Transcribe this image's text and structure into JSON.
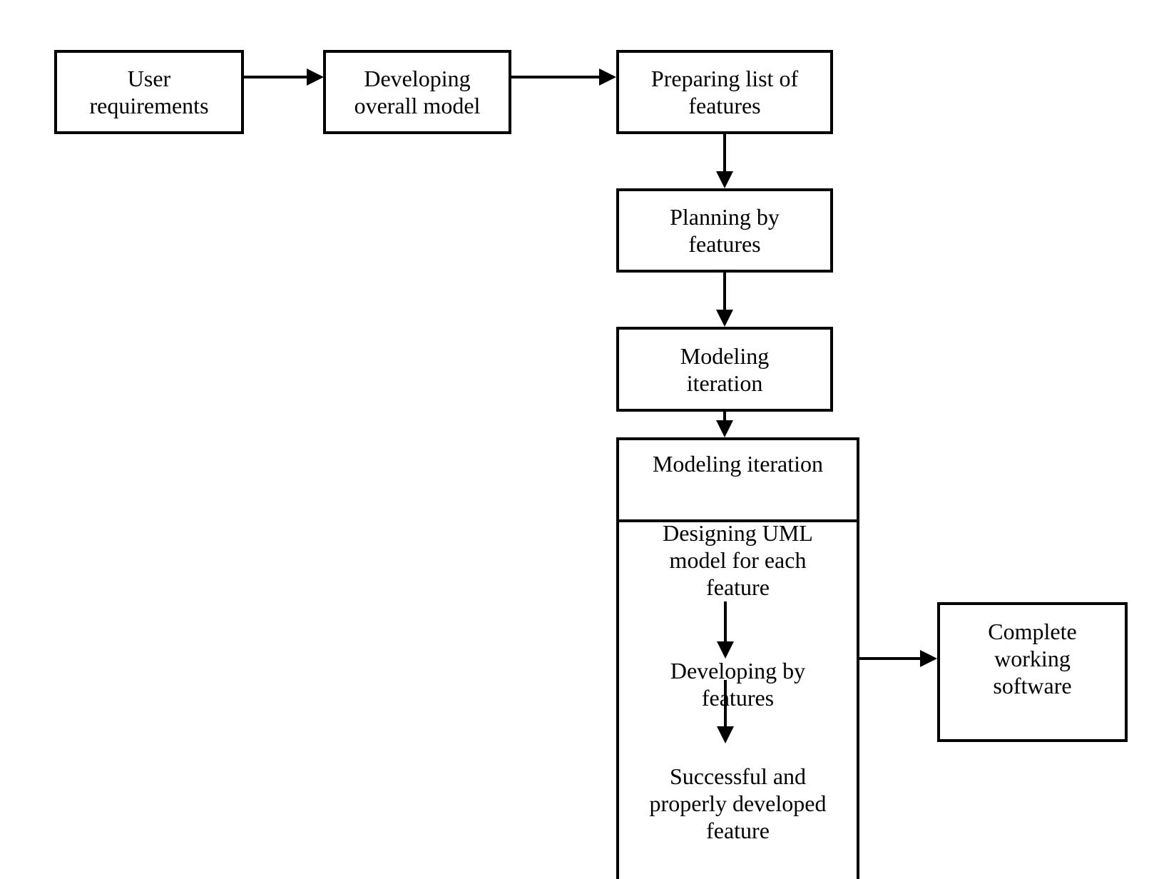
{
  "colors": {
    "stroke": "#000000",
    "fill": "#ffffff",
    "text": "#000000"
  },
  "nodes": {
    "user_requirements": {
      "label": "User\nrequirements"
    },
    "developing_overall_model": {
      "label": "Developing\noverall model"
    },
    "preparing_list_of_features": {
      "label": "Preparing list of\nfeatures"
    },
    "planning_by_features": {
      "label": "Planning by\nfeatures"
    },
    "modeling_iteration": {
      "label": "Modeling\niteration"
    },
    "iteration_detail": {
      "label": "Modeling iteration"
    },
    "designing_uml_model": {
      "label": "Designing UML\nmodel for each\nfeature"
    },
    "developing_by_features": {
      "label": "Developing by\nfeatures"
    },
    "successful_feature": {
      "label": "Successful and\nproperly developed\nfeature"
    },
    "complete_working_software": {
      "label": "Complete\nworking\nsoftware"
    }
  },
  "edges": [
    {
      "from": "user_requirements",
      "to": "developing_overall_model"
    },
    {
      "from": "developing_overall_model",
      "to": "preparing_list_of_features"
    },
    {
      "from": "preparing_list_of_features",
      "to": "planning_by_features"
    },
    {
      "from": "planning_by_features",
      "to": "modeling_iteration"
    },
    {
      "from": "modeling_iteration",
      "to": "iteration_detail"
    },
    {
      "from": "designing_uml_model",
      "to": "developing_by_features"
    },
    {
      "from": "developing_by_features",
      "to": "successful_feature"
    },
    {
      "from": "iteration_detail",
      "to": "complete_working_software"
    }
  ]
}
